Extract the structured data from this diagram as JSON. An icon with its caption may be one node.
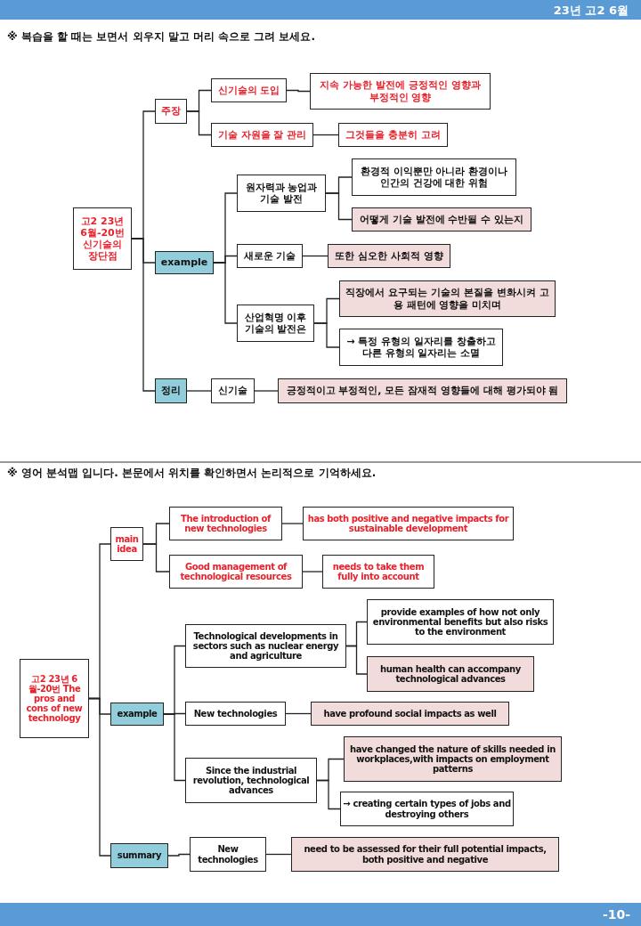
{
  "diagram": {
    "nodes": [
      {
        "text": [
          "고2 23년 6월-20번 신기술의 장단점"
        ]
      },
      {
        "text": [
          "주장"
        ]
      },
      {
        "text": [
          "신기술의 도입"
        ]
      },
      {
        "text": [
          "지속 가능한 발전에 긍정적인 영향과 부정적인 영향"
        ]
      },
      {
        "text": [
          "기술 자원을 잘 관리"
        ]
      },
      {
        "text": [
          "그것들을 충분히 고려"
        ]
      },
      {
        "text": [
          "example"
        ]
      },
      {
        "text": [
          "원자력과 농업과 기술 발전"
        ]
      },
      {
        "text": [
          "환경적 이익뿐만 아니라 환경이나 인간의 건강에 대한 위험"
        ]
      },
      {
        "text": [
          "어떻게 기술 발전에 수반될 수 있는지"
        ]
      },
      {
        "text": [
          "새로운 기술"
        ]
      },
      {
        "text": [
          "또한 심오한 사회적 영향"
        ]
      },
      {
        "text": [
          "산업혁명 이후 기술의 발전은"
        ]
      },
      {
        "text": [
          "직장에서 요구되는 기술의 본질을 변화시켜 고용 패턴에 영향을 미치며"
        ]
      },
      {
        "text": [
          "→ 특정 유형의 일자리를 창출하고 다른 유형의 일자리는 소멸"
        ]
      },
      {
        "text": [
          "정리"
        ]
      },
      {
        "text": [
          "신기술"
        ]
      },
      {
        "text": [
          "긍정적이고 부정적인, 모든 잠재적 영향들에 대해 평가되야 됨"
        ]
      },
      {
        "text": [
          "고2 23년 6월-20번 The pros and cons of new technology"
        ]
      },
      {
        "text": [
          "main idea"
        ]
      },
      {
        "text": [
          "The introduction of new technologies"
        ]
      },
      {
        "text": [
          "has both positive and negative impacts for sustainable development"
        ]
      },
      {
        "text": [
          "Good management of technological resources"
        ]
      },
      {
        "text": [
          "needs to take them fully into account"
        ]
      },
      {
        "text": [
          "example"
        ]
      },
      {
        "text": [
          "Technological developments in sectors such as nuclear energy and agriculture"
        ]
      },
      {
        "text": [
          "provide examples of how not only environmental benefits but also risks to the environment"
        ]
      },
      {
        "text": [
          "human health can accompany technological advances"
        ]
      },
      {
        "text": [
          "New technologies"
        ]
      },
      {
        "text": [
          "have profound social impacts as well"
        ]
      },
      {
        "text": [
          "Since the industrial revolution, technological advances"
        ]
      },
      {
        "text": [
          "have changed the nature of skills needed in workplaces,with impacts on employment patterns"
        ]
      },
      {
        "text": [
          "→ creating certain types of jobs and destroying others"
        ]
      },
      {
        "text": [
          "summary"
        ]
      },
      {
        "text": [
          "New technologies"
        ]
      },
      {
        "text": [
          "need to be assessed for their full potential impacts, both positive and negative"
        ]
      }
    ],
    "edges": [
      {
        "from": 0,
        "to": 1,
        "arrow": "none"
      },
      {
        "from": 0,
        "to": 6,
        "arrow": "none"
      },
      {
        "from": 0,
        "to": 15,
        "arrow": "none"
      },
      {
        "from": 1,
        "to": 2,
        "arrow": "none"
      },
      {
        "from": 1,
        "to": 4,
        "arrow": "none"
      },
      {
        "from": 2,
        "to": 3,
        "arrow": "none"
      },
      {
        "from": 4,
        "to": 5,
        "arrow": "none"
      },
      {
        "from": 6,
        "to": 7,
        "arrow": "none"
      },
      {
        "from": 6,
        "to": 10,
        "arrow": "none"
      },
      {
        "from": 6,
        "to": 12,
        "arrow": "none"
      },
      {
        "from": 7,
        "to": 8,
        "arrow": "none"
      },
      {
        "from": 7,
        "to": 9,
        "arrow": "none"
      },
      {
        "from": 10,
        "to": 11,
        "arrow": "none"
      },
      {
        "from": 12,
        "to": 13,
        "arrow": "none"
      },
      {
        "from": 12,
        "to": 14,
        "arrow": "none"
      },
      {
        "from": 15,
        "to": 16,
        "arrow": "none"
      },
      {
        "from": 16,
        "to": 17,
        "arrow": "none"
      },
      {
        "from": 18,
        "to": 19,
        "arrow": "none"
      },
      {
        "from": 18,
        "to": 24,
        "arrow": "none"
      },
      {
        "from": 18,
        "to": 33,
        "arrow": "none"
      },
      {
        "from": 19,
        "to": 20,
        "arrow": "none"
      },
      {
        "from": 19,
        "to": 22,
        "arrow": "none"
      },
      {
        "from": 20,
        "to": 21,
        "arrow": "none"
      },
      {
        "from": 22,
        "to": 23,
        "arrow": "none"
      },
      {
        "from": 24,
        "to": 25,
        "arrow": "none"
      },
      {
        "from": 24,
        "to": 28,
        "arrow": "none"
      },
      {
        "from": 24,
        "to": 30,
        "arrow": "none"
      },
      {
        "from": 25,
        "to": 26,
        "arrow": "none"
      },
      {
        "from": 25,
        "to": 27,
        "arrow": "none"
      },
      {
        "from": 28,
        "to": 29,
        "arrow": "none"
      },
      {
        "from": 30,
        "to": 31,
        "arrow": "none"
      },
      {
        "from": 30,
        "to": 32,
        "arrow": "none"
      },
      {
        "from": 33,
        "to": 34,
        "arrow": "none"
      },
      {
        "from": 34,
        "to": 35,
        "arrow": "none"
      }
    ],
    "labels": [
      "23년 고2 6월",
      "※ 복습을 할 때는 보면서 외우지 말고 머리 속으로 그려 보세요.",
      "※ 영어 분석맵 입니다. 본문에서 위치를 확인하면서 논리적으로 기억하세요.",
      "-10-"
    ]
  }
}
